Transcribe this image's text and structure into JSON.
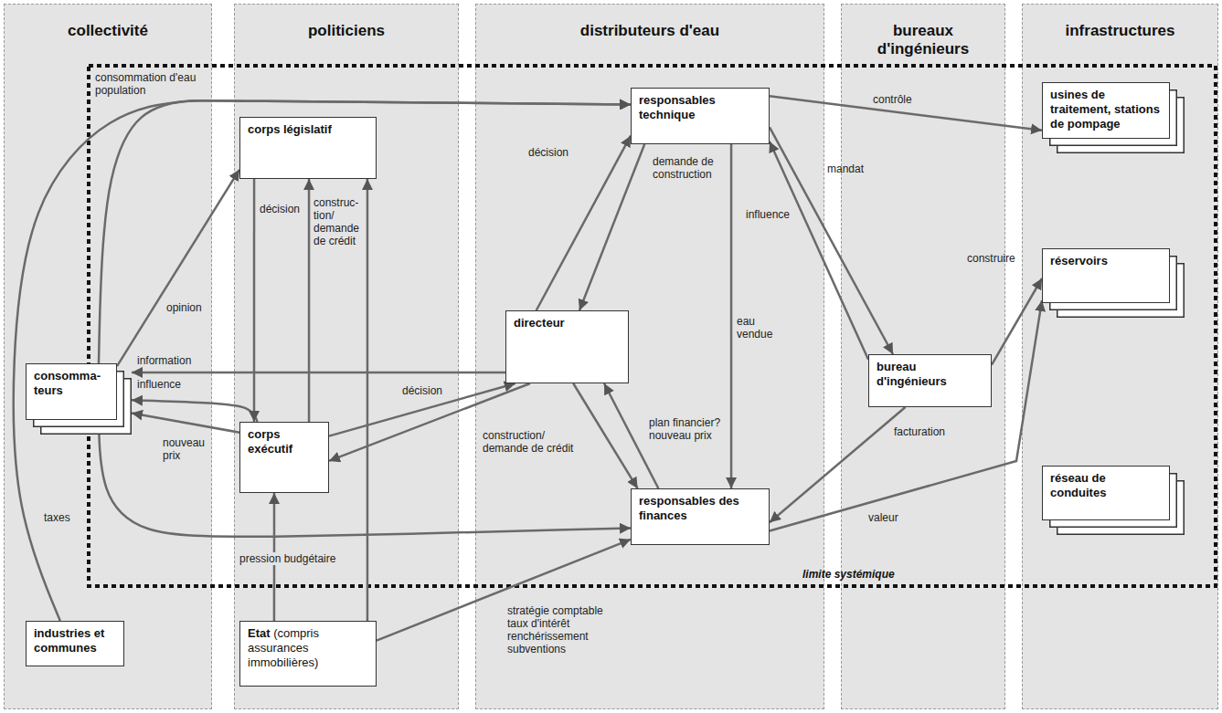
{
  "diagram": {
    "nodes": [
      {
        "text": [
          "collectivité"
        ]
      },
      {
        "text": [
          "politiciens"
        ]
      },
      {
        "text": [
          "distributeurs d'eau"
        ]
      },
      {
        "text": [
          "bureaux d'ingénieurs"
        ]
      },
      {
        "text": [
          "infrastructures"
        ]
      },
      {
        "text": [
          "consomma- teurs"
        ],
        "in": 0
      },
      {
        "text": [
          "industries et communes"
        ],
        "in": 0
      },
      {
        "text": [
          "corps législatif"
        ],
        "in": 1
      },
      {
        "text": [
          "corps exécutif"
        ],
        "in": 1
      },
      {
        "text": [
          "Etat (compris assurances immobilières)"
        ],
        "in": 1
      },
      {
        "text": [
          "responsables technique"
        ],
        "in": 2
      },
      {
        "text": [
          "directeur"
        ],
        "in": 2
      },
      {
        "text": [
          "responsables des finances"
        ],
        "in": 2
      },
      {
        "text": [
          "bureau d'ingénieurs"
        ],
        "in": 3
      },
      {
        "text": [
          "usines de traitement, stations de pompage"
        ],
        "in": 4
      },
      {
        "text": [
          "réservoirs"
        ],
        "in": 4
      },
      {
        "text": [
          "réseau de conduites"
        ],
        "in": 4
      }
    ],
    "edges": [
      {
        "from": 5,
        "to": 10,
        "label": "consommation d'eau population",
        "arrow": "to"
      },
      {
        "from": 6,
        "to": 10,
        "arrow": "to"
      },
      {
        "from": 5,
        "to": 7,
        "label": "opinion",
        "arrow": "to"
      },
      {
        "from": 11,
        "to": 5,
        "label": "information",
        "arrow": "to"
      },
      {
        "from": 8,
        "to": 5,
        "label": "influence",
        "arrow": "to"
      },
      {
        "from": 8,
        "to": 5,
        "label": "nouveau prix",
        "arrow": "to"
      },
      {
        "from": 5,
        "to": 12,
        "label": "taxes",
        "arrow": "to"
      },
      {
        "from": 7,
        "to": 8,
        "label": "décision",
        "arrow": "to"
      },
      {
        "from": 8,
        "to": 7,
        "label": "construc- tion/ demande de crédit",
        "arrow": "to"
      },
      {
        "from": 9,
        "to": 8,
        "label": "pression budgétaire",
        "arrow": "to"
      },
      {
        "from": 9,
        "to": 7,
        "arrow": "to"
      },
      {
        "from": 9,
        "to": 12,
        "label": "stratégie comptable taux d'intérêt renchérissement subventions",
        "arrow": "to"
      },
      {
        "from": 8,
        "to": 11,
        "label": "décision",
        "arrow": "to"
      },
      {
        "from": 11,
        "to": 8,
        "label": "construction/ demande de crédit",
        "arrow": "to"
      },
      {
        "from": 11,
        "to": 10,
        "label": "décision",
        "arrow": "to"
      },
      {
        "from": 10,
        "to": 11,
        "label": "demande de construction",
        "arrow": "to"
      },
      {
        "from": 10,
        "to": 12,
        "label": "eau vendue",
        "arrow": "to"
      },
      {
        "from": 11,
        "to": 12,
        "arrow": "to"
      },
      {
        "from": 12,
        "to": 11,
        "label": "plan financier? nouveau prix",
        "arrow": "to"
      },
      {
        "from": 10,
        "to": 14,
        "label": "contrôle",
        "arrow": "to"
      },
      {
        "from": 10,
        "to": 13,
        "label": "mandat",
        "arrow": "to"
      },
      {
        "from": 13,
        "to": 10,
        "label": "influence",
        "arrow": "to"
      },
      {
        "from": 13,
        "to": 15,
        "label": "construire",
        "arrow": "to"
      },
      {
        "from": 13,
        "to": 12,
        "label": "facturation",
        "arrow": "to"
      },
      {
        "from": 12,
        "to": 15,
        "label": "valeur",
        "arrow": "to"
      }
    ],
    "labels": [
      "limite systémique"
    ]
  }
}
